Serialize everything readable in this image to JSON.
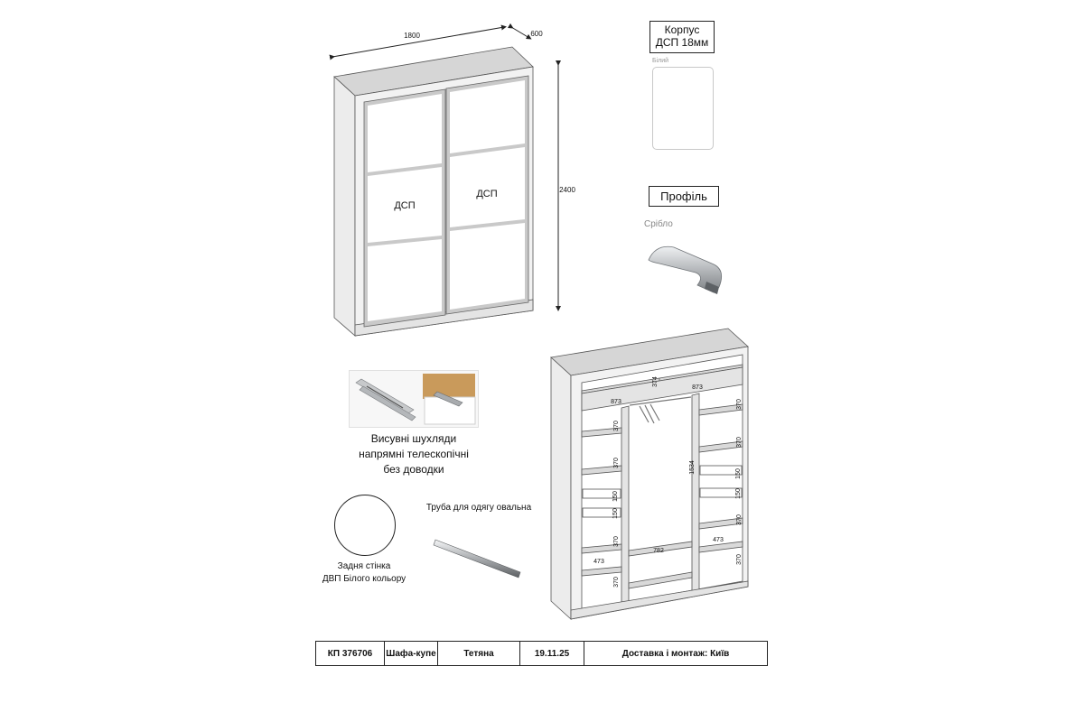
{
  "front_view": {
    "width_dim": "1800",
    "depth_dim": "600",
    "height_dim": "2400",
    "panel_left": "ДСП",
    "panel_right": "ДСП"
  },
  "materials": {
    "body_title": [
      "Корпус",
      "ДСП 18мм"
    ],
    "body_color": "Білий",
    "profile_title": "Профіль",
    "profile_color": "Срібло"
  },
  "accessories": {
    "drawers_caption": [
      "Висувні шухляди",
      "напрямні телескопічні",
      "без доводки"
    ],
    "rail_caption": "Труба для одягу овальна",
    "back_panel_caption": [
      "Задня стінка",
      "ДВП Білого кольору"
    ]
  },
  "interior_dims": {
    "top_left_width": "873",
    "top_right_width": "873",
    "top_shelf_height": "374",
    "left_col": [
      "370",
      "370",
      "150",
      "150",
      "370",
      "370"
    ],
    "hanging_height": "1534",
    "right_col": [
      "370",
      "370",
      "150",
      "150",
      "370",
      "370"
    ],
    "bottom_left_width": "473",
    "bottom_mid_width": "782",
    "bottom_right_width": "473"
  },
  "order": {
    "code": "КП 376706",
    "product": "Шафа-купе",
    "client": "Тетяна",
    "date": "19.11.25",
    "delivery": "Доставка і монтаж: Київ"
  },
  "colors": {
    "carcass": "#e3e3e3",
    "inner": "#d9d9d9",
    "profile": "#b9bcbf",
    "line": "#222222"
  }
}
